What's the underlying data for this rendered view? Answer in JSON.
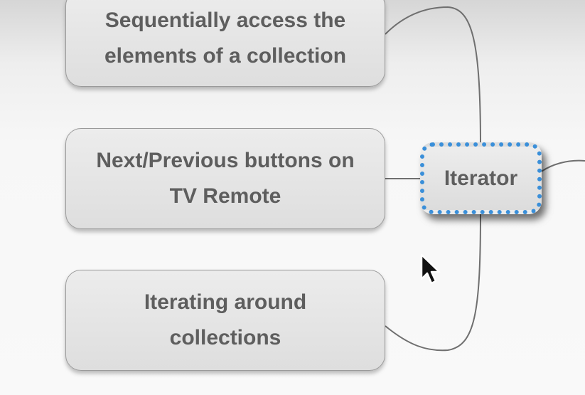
{
  "central_node": {
    "label": "Iterator"
  },
  "branches": [
    {
      "line1": "Sequentially access the",
      "line2": "elements of a collection"
    },
    {
      "line1": "Next/Previous buttons on",
      "line2": "TV Remote"
    },
    {
      "line1": "Iterating around",
      "line2": "collections"
    }
  ],
  "colors": {
    "central_border": "#3a8fd9",
    "node_fill": "#e4e4e4",
    "text": "#5e5e5e",
    "connector": "#6f6f6f"
  },
  "icons": {
    "cursor": "mouse-pointer-icon"
  }
}
